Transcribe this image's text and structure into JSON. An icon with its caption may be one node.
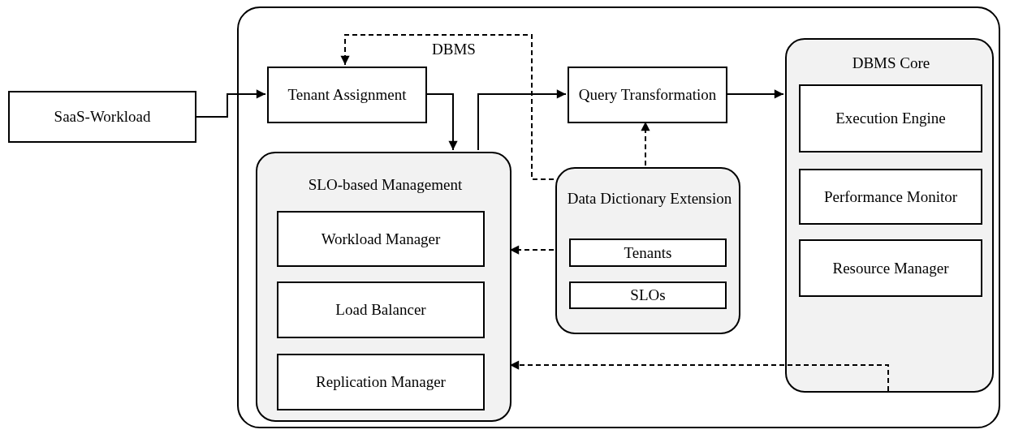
{
  "diagram": {
    "nodes": [
      {
        "text": [
          "SaaS-Workload"
        ]
      },
      {
        "text": [
          "DBMS"
        ]
      },
      {
        "text": [
          "Tenant Assignment"
        ],
        "in": 1
      },
      {
        "text": [
          "Query Transformation"
        ],
        "in": 1
      },
      {
        "text": [
          "DBMS Core"
        ],
        "in": 1
      },
      {
        "text": [
          "Execution Engine"
        ],
        "in": 4
      },
      {
        "text": [
          "Performance Monitor"
        ],
        "in": 4
      },
      {
        "text": [
          "Resource Manager"
        ],
        "in": 4
      },
      {
        "text": [
          "SLO-based Management"
        ],
        "in": 1
      },
      {
        "text": [
          "Workload Manager"
        ],
        "in": 8
      },
      {
        "text": [
          "Load Balancer"
        ],
        "in": 8
      },
      {
        "text": [
          "Replication Manager"
        ],
        "in": 8
      },
      {
        "text": [
          "Data Dictionary Extension"
        ],
        "in": 1
      },
      {
        "text": [
          "Tenants"
        ],
        "in": 12
      },
      {
        "text": [
          "SLOs"
        ],
        "in": 12
      }
    ],
    "edges": [
      {
        "from": 0,
        "to": 2,
        "arrow": "to"
      },
      {
        "from": 2,
        "to": 8,
        "arrow": "to"
      },
      {
        "from": 8,
        "to": 3,
        "arrow": "to"
      },
      {
        "from": 3,
        "to": 4,
        "arrow": "to"
      },
      {
        "from": 12,
        "to": 2,
        "arrow": "to",
        "style": "dashed"
      },
      {
        "from": 12,
        "to": 3,
        "arrow": "to",
        "style": "dashed"
      },
      {
        "from": 12,
        "to": 8,
        "arrow": "to",
        "style": "dashed"
      },
      {
        "from": 4,
        "to": 8,
        "arrow": "to",
        "style": "dashed"
      }
    ]
  }
}
